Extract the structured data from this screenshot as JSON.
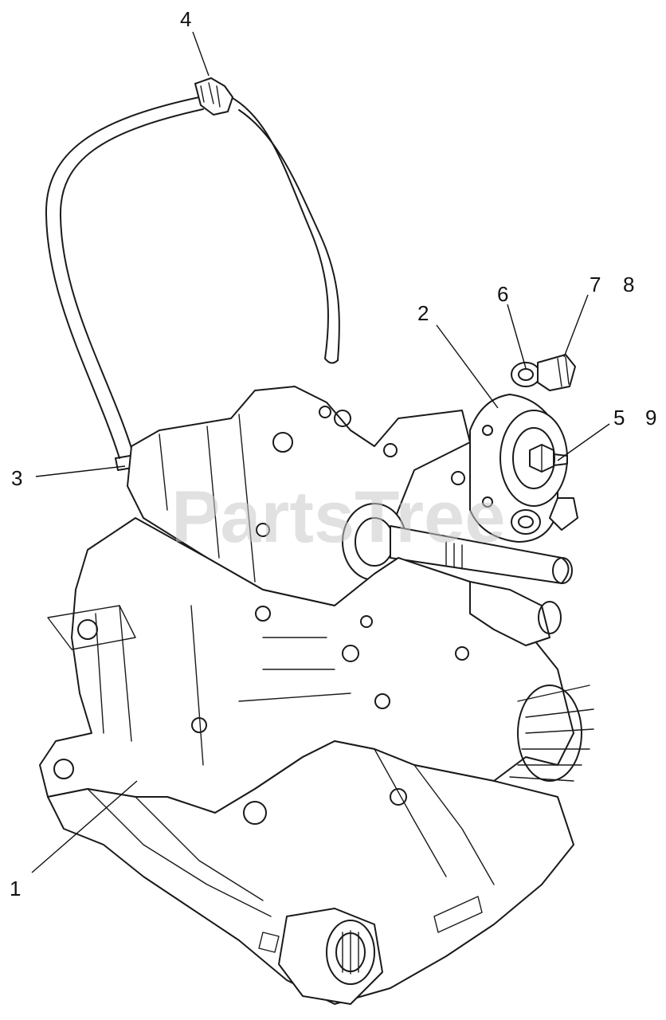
{
  "watermark": "PartsTree",
  "callouts": [
    {
      "id": "1",
      "label": "1"
    },
    {
      "id": "2",
      "label": "2"
    },
    {
      "id": "3",
      "label": "3"
    },
    {
      "id": "4",
      "label": "4"
    },
    {
      "id": "5",
      "label": "5"
    },
    {
      "id": "6",
      "label": "6"
    },
    {
      "id": "7",
      "label": "7"
    },
    {
      "id": "8",
      "label": "8"
    },
    {
      "id": "9",
      "label": "9"
    }
  ]
}
